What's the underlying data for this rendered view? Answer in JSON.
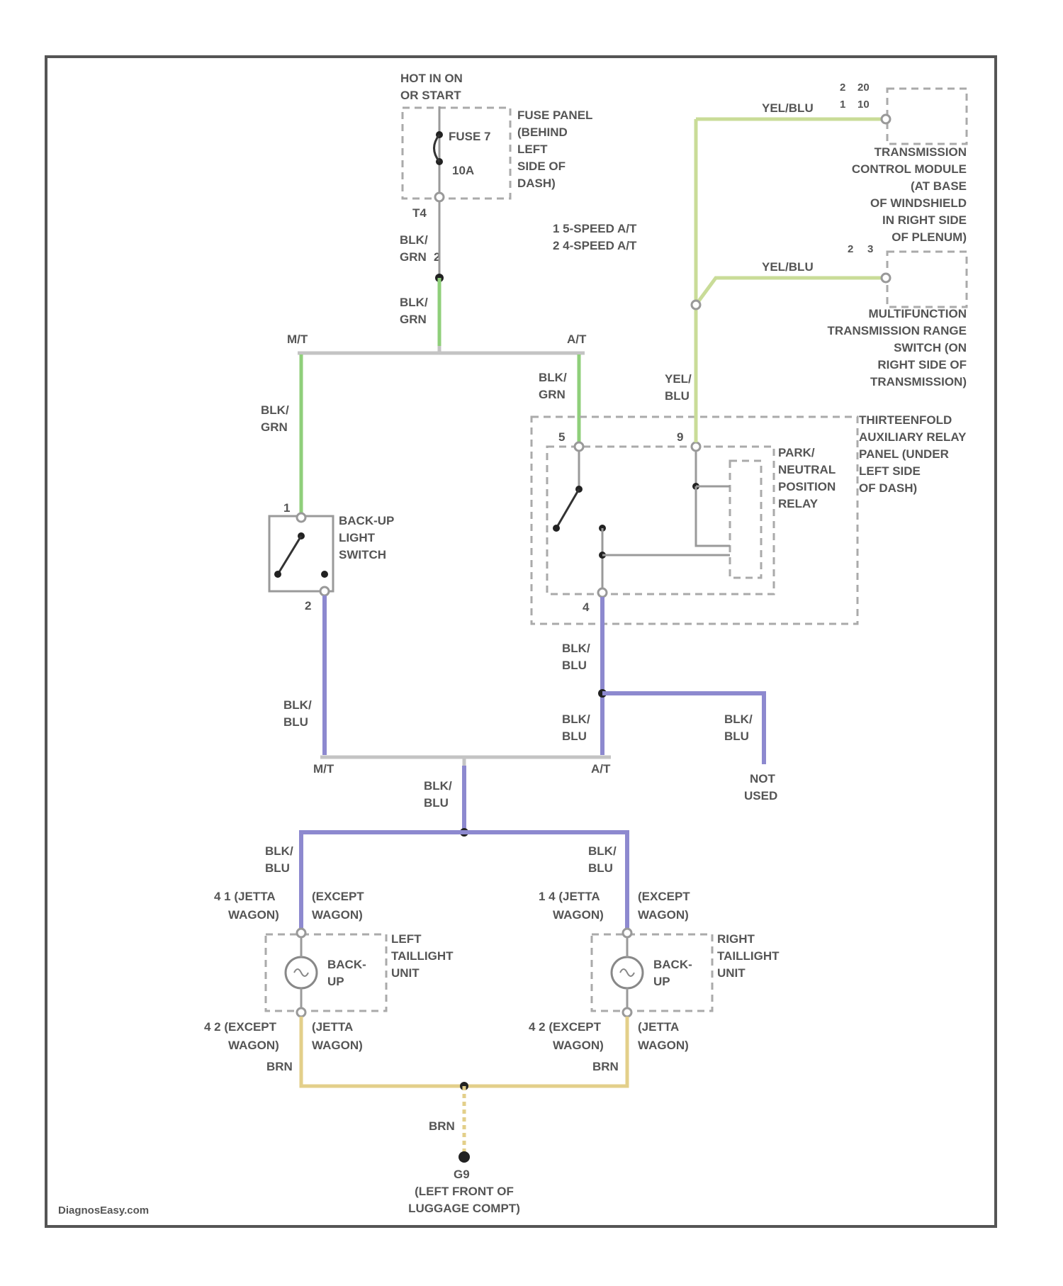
{
  "power": {
    "hot_line1": "HOT IN ON",
    "hot_line2": "OR START"
  },
  "fuse": {
    "name": "FUSE 7",
    "rating": "10A",
    "panel_lines": [
      "FUSE PANEL",
      "(BEHIND",
      "LEFT",
      "SIDE OF",
      "DASH)"
    ],
    "connector": "T4",
    "pin": "2"
  },
  "legend": [
    "1  5-SPEED A/T",
    "2  4-SPEED A/T"
  ],
  "wire_labels": {
    "blk_grn": [
      "BLK/",
      "GRN"
    ],
    "blk_blu": [
      "BLK/",
      "BLU"
    ],
    "yel_blu": "YEL/BLU",
    "yel_blu_split": [
      "YEL/",
      "BLU"
    ],
    "brn": "BRN"
  },
  "branches": {
    "mt": "M/T",
    "at": "A/T"
  },
  "tcm": {
    "lines": [
      "TRANSMISSION",
      "CONTROL MODULE",
      "(AT BASE",
      "OF WINDSHIELD",
      "IN RIGHT SIDE",
      "OF PLENUM)"
    ],
    "pins": [
      "2",
      "1",
      "20",
      "10"
    ]
  },
  "range_switch": {
    "lines": [
      "MULTIFUNCTION",
      "TRANSMISSION RANGE",
      "SWITCH (ON",
      "RIGHT SIDE OF",
      "TRANSMISSION)"
    ],
    "pins": [
      "2",
      "3"
    ]
  },
  "relay_panel": {
    "lines": [
      "THIRTEENFOLD",
      "AUXILIARY RELAY",
      "PANEL (UNDER",
      "LEFT SIDE",
      "OF DASH)"
    ]
  },
  "pn_relay": {
    "lines": [
      "PARK/",
      "NEUTRAL",
      "POSITION",
      "RELAY"
    ],
    "pins": {
      "in": "5",
      "coil": "9",
      "out": "4"
    }
  },
  "backup_switch": {
    "lines": [
      "BACK-UP",
      "LIGHT",
      "SWITCH"
    ],
    "pins": {
      "in": "1",
      "out": "2"
    }
  },
  "not_used": [
    "NOT",
    "USED"
  ],
  "left_lamp": {
    "unit_lines": [
      "LEFT",
      "TAILLIGHT",
      "UNIT"
    ],
    "bulb_lines": [
      "BACK-",
      "UP"
    ],
    "top_pins": [
      "4 1 (JETTA",
      "WAGON)",
      "(EXCEPT",
      "WAGON)"
    ],
    "bottom_pins": [
      "4 2 (EXCEPT",
      "WAGON)",
      "(JETTA",
      "WAGON)"
    ]
  },
  "right_lamp": {
    "unit_lines": [
      "RIGHT",
      "TAILLIGHT",
      "UNIT"
    ],
    "bulb_lines": [
      "BACK-",
      "UP"
    ],
    "top_pins": [
      "1 4 (JETTA",
      "WAGON)",
      "(EXCEPT",
      "WAGON)"
    ],
    "bottom_pins": [
      "4 2 (EXCEPT",
      "WAGON)",
      "(JETTA",
      "WAGON)"
    ]
  },
  "ground": {
    "name": "G9",
    "lines": [
      "(LEFT FRONT OF",
      "LUGGAGE COMPT)"
    ]
  },
  "watermark": "DiagnosEasy.com",
  "colors": {
    "blk_grn": "#8fcf7a",
    "yel_blu": "#c9dc98",
    "blk_blu": "#8d89cf",
    "brn": "#e3cf8a",
    "bus": "#c4c4c4"
  }
}
